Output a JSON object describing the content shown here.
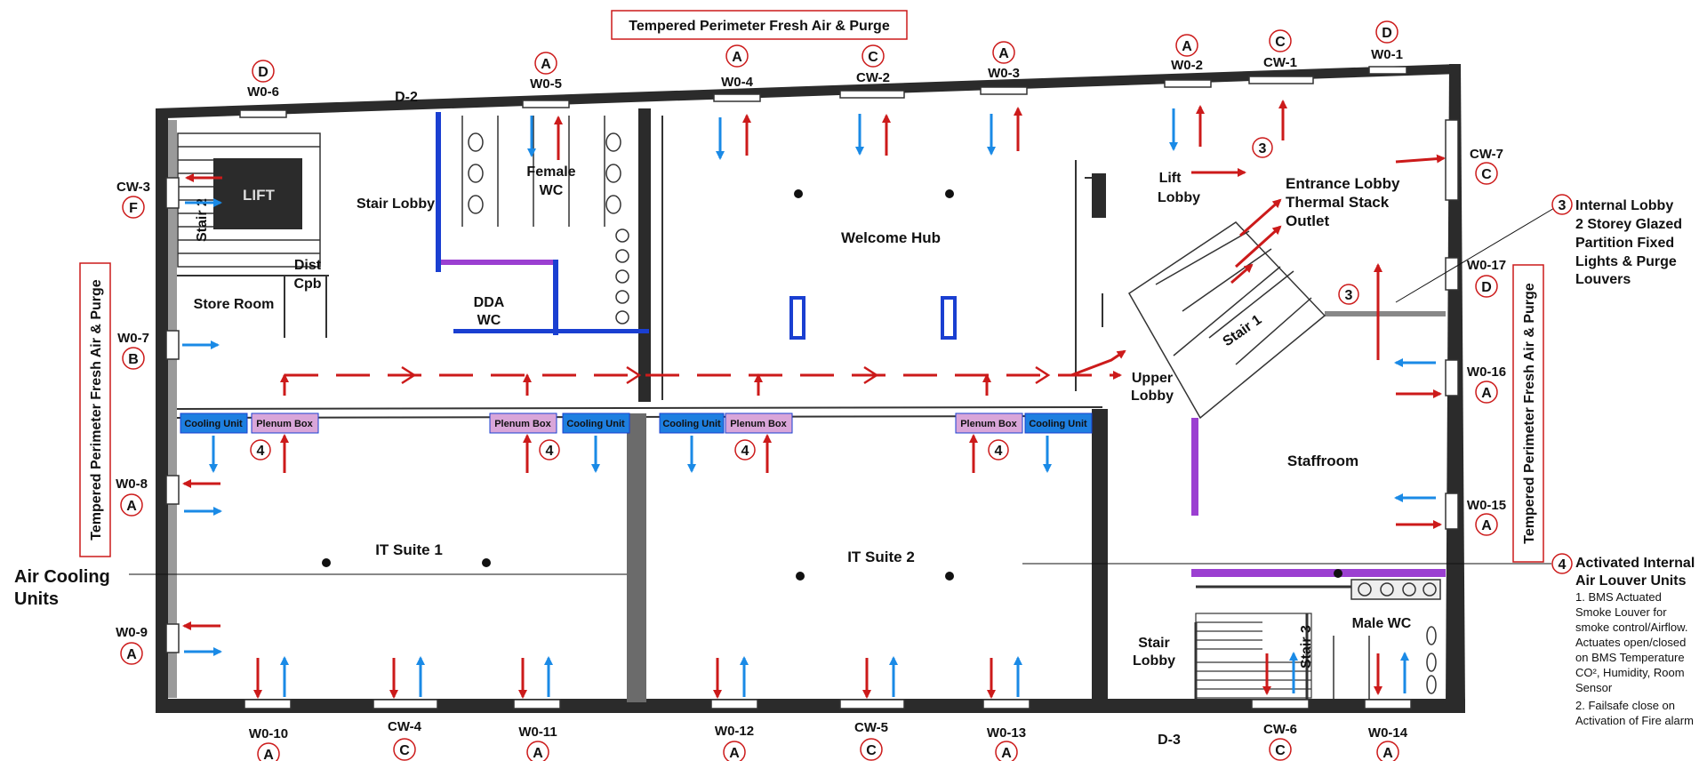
{
  "top_banner": "Tempered Perimeter Fresh Air & Purge",
  "left_banner": "Tempered Perimeter Fresh Air & Purge",
  "right_banner": "Tempered Perimeter Fresh Air & Purge",
  "rooms": {
    "lift": "LIFT",
    "stair2": "Stair 2",
    "stair_lobby_top": "Stair Lobby",
    "female_wc_1": "Female",
    "female_wc_2": "WC",
    "store_room": "Store Room",
    "dist_1": "Dist",
    "dist_2": "Cpb",
    "dda_1": "DDA",
    "dda_2": "WC",
    "welcome_hub": "Welcome Hub",
    "lift_lobby_1": "Lift",
    "lift_lobby_2": "Lobby",
    "entrance_1": "Entrance Lobby",
    "entrance_2": "Thermal Stack",
    "entrance_3": "Outlet",
    "stair1": "Stair 1",
    "upper_lobby_1": "Upper",
    "upper_lobby_2": "Lobby",
    "staffroom": "Staffroom",
    "it_suite_1": "IT Suite 1",
    "it_suite_2": "IT Suite 2",
    "stair_lobby_bottom_1": "Stair",
    "stair_lobby_bottom_2": "Lobby",
    "stair3": "Stair 3",
    "male_wc": "Male WC"
  },
  "doors": {
    "d2": "D-2",
    "d3": "D-3"
  },
  "units": {
    "cooling": "Cooling Unit",
    "plenum": "Plenum Box",
    "marker": "4"
  },
  "windows": [
    {
      "id": "W0-6",
      "type": "D"
    },
    {
      "id": "W0-5",
      "type": "A"
    },
    {
      "id": "W0-4",
      "type": "A"
    },
    {
      "id": "CW-2",
      "type": "C"
    },
    {
      "id": "W0-3",
      "type": "A"
    },
    {
      "id": "W0-2",
      "type": "A"
    },
    {
      "id": "CW-1",
      "type": "C"
    },
    {
      "id": "W0-1",
      "type": "D"
    },
    {
      "id": "CW-7",
      "type": "C"
    },
    {
      "id": "W0-17",
      "type": "D"
    },
    {
      "id": "W0-16",
      "type": "A"
    },
    {
      "id": "W0-15",
      "type": "A"
    },
    {
      "id": "CW-3",
      "type": "F"
    },
    {
      "id": "W0-7",
      "type": "B"
    },
    {
      "id": "W0-8",
      "type": "A"
    },
    {
      "id": "W0-9",
      "type": "A"
    },
    {
      "id": "W0-10",
      "type": "A"
    },
    {
      "id": "CW-4",
      "type": "C"
    },
    {
      "id": "W0-11",
      "type": "A"
    },
    {
      "id": "W0-12",
      "type": "A"
    },
    {
      "id": "CW-5",
      "type": "C"
    },
    {
      "id": "W0-13",
      "type": "A"
    },
    {
      "id": "CW-6",
      "type": "C"
    },
    {
      "id": "W0-14",
      "type": "A"
    }
  ],
  "markers_3": "3",
  "callouts": {
    "internal_lobby": {
      "num": "3",
      "lines": [
        "Internal Lobby",
        "2 Storey Glazed",
        "Partition Fixed",
        "Lights & Purge",
        "Louvers"
      ]
    },
    "louver_units": {
      "num": "4",
      "title": [
        "Activated Internal",
        "Air Louver Units"
      ],
      "notes": [
        "1. BMS Actuated",
        "Smoke Louver for",
        "smoke control/Airflow.",
        "Actuates open/closed",
        "on BMS Temperature",
        "CO², Humidity, Room",
        "Sensor",
        "2. Failsafe close on",
        "Activation of Fire alarm"
      ]
    },
    "air_cooling": [
      "Air Cooling",
      "Units"
    ]
  },
  "colors": {
    "wall": "#2b2b2b",
    "supply_arrow": "#cc1a1a",
    "exhaust_arrow": "#1a8ae6",
    "cooling_unit": "#1e7fe0",
    "plenum_box": "#d9a6d9",
    "purple_partition": "#9b3fd1",
    "blue_partition": "#1a3fd1"
  }
}
